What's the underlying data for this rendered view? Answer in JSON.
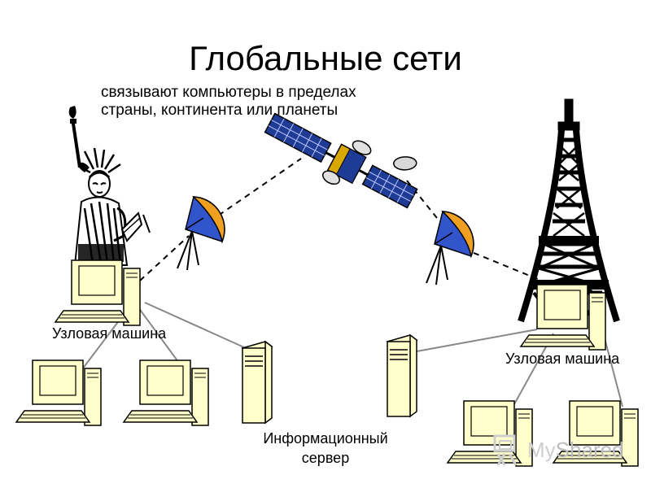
{
  "slide": {
    "title": "Глобальные сети",
    "subtitle": "связывают компьютеры в пределах страны, континента или планеты"
  },
  "labels": {
    "node_left": "Узловая машина",
    "node_right": "Узловая машина",
    "server": "Информационный сервер"
  },
  "watermark": {
    "icon": "myshared-logo-icon",
    "text_left": "My",
    "text_right": "Shared"
  },
  "colors": {
    "monitor_face": "#ffffcc",
    "dish_orange": "#f0a020",
    "dish_blue": "#3355cc",
    "satellite_blue": "#1e3c96",
    "satellite_gold": "#d8a800",
    "link_line": "#888888"
  }
}
